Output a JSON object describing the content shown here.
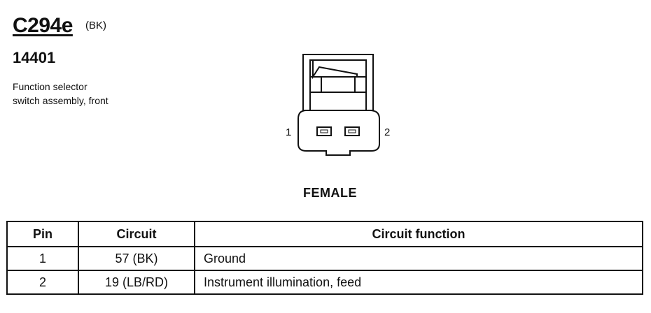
{
  "connector": {
    "id": "C294e",
    "color": "(BK)",
    "part_number": "14401",
    "description_line1": "Function selector",
    "description_line2": "switch assembly, front"
  },
  "drawing": {
    "pin_left": "1",
    "pin_right": "2",
    "view_label": "FEMALE"
  },
  "table": {
    "headers": [
      "Pin",
      "Circuit",
      "Circuit function"
    ],
    "rows": [
      [
        "1",
        "57 (BK)",
        "Ground"
      ],
      [
        "2",
        "19 (LB/RD)",
        "Instrument illumination, feed"
      ]
    ]
  }
}
